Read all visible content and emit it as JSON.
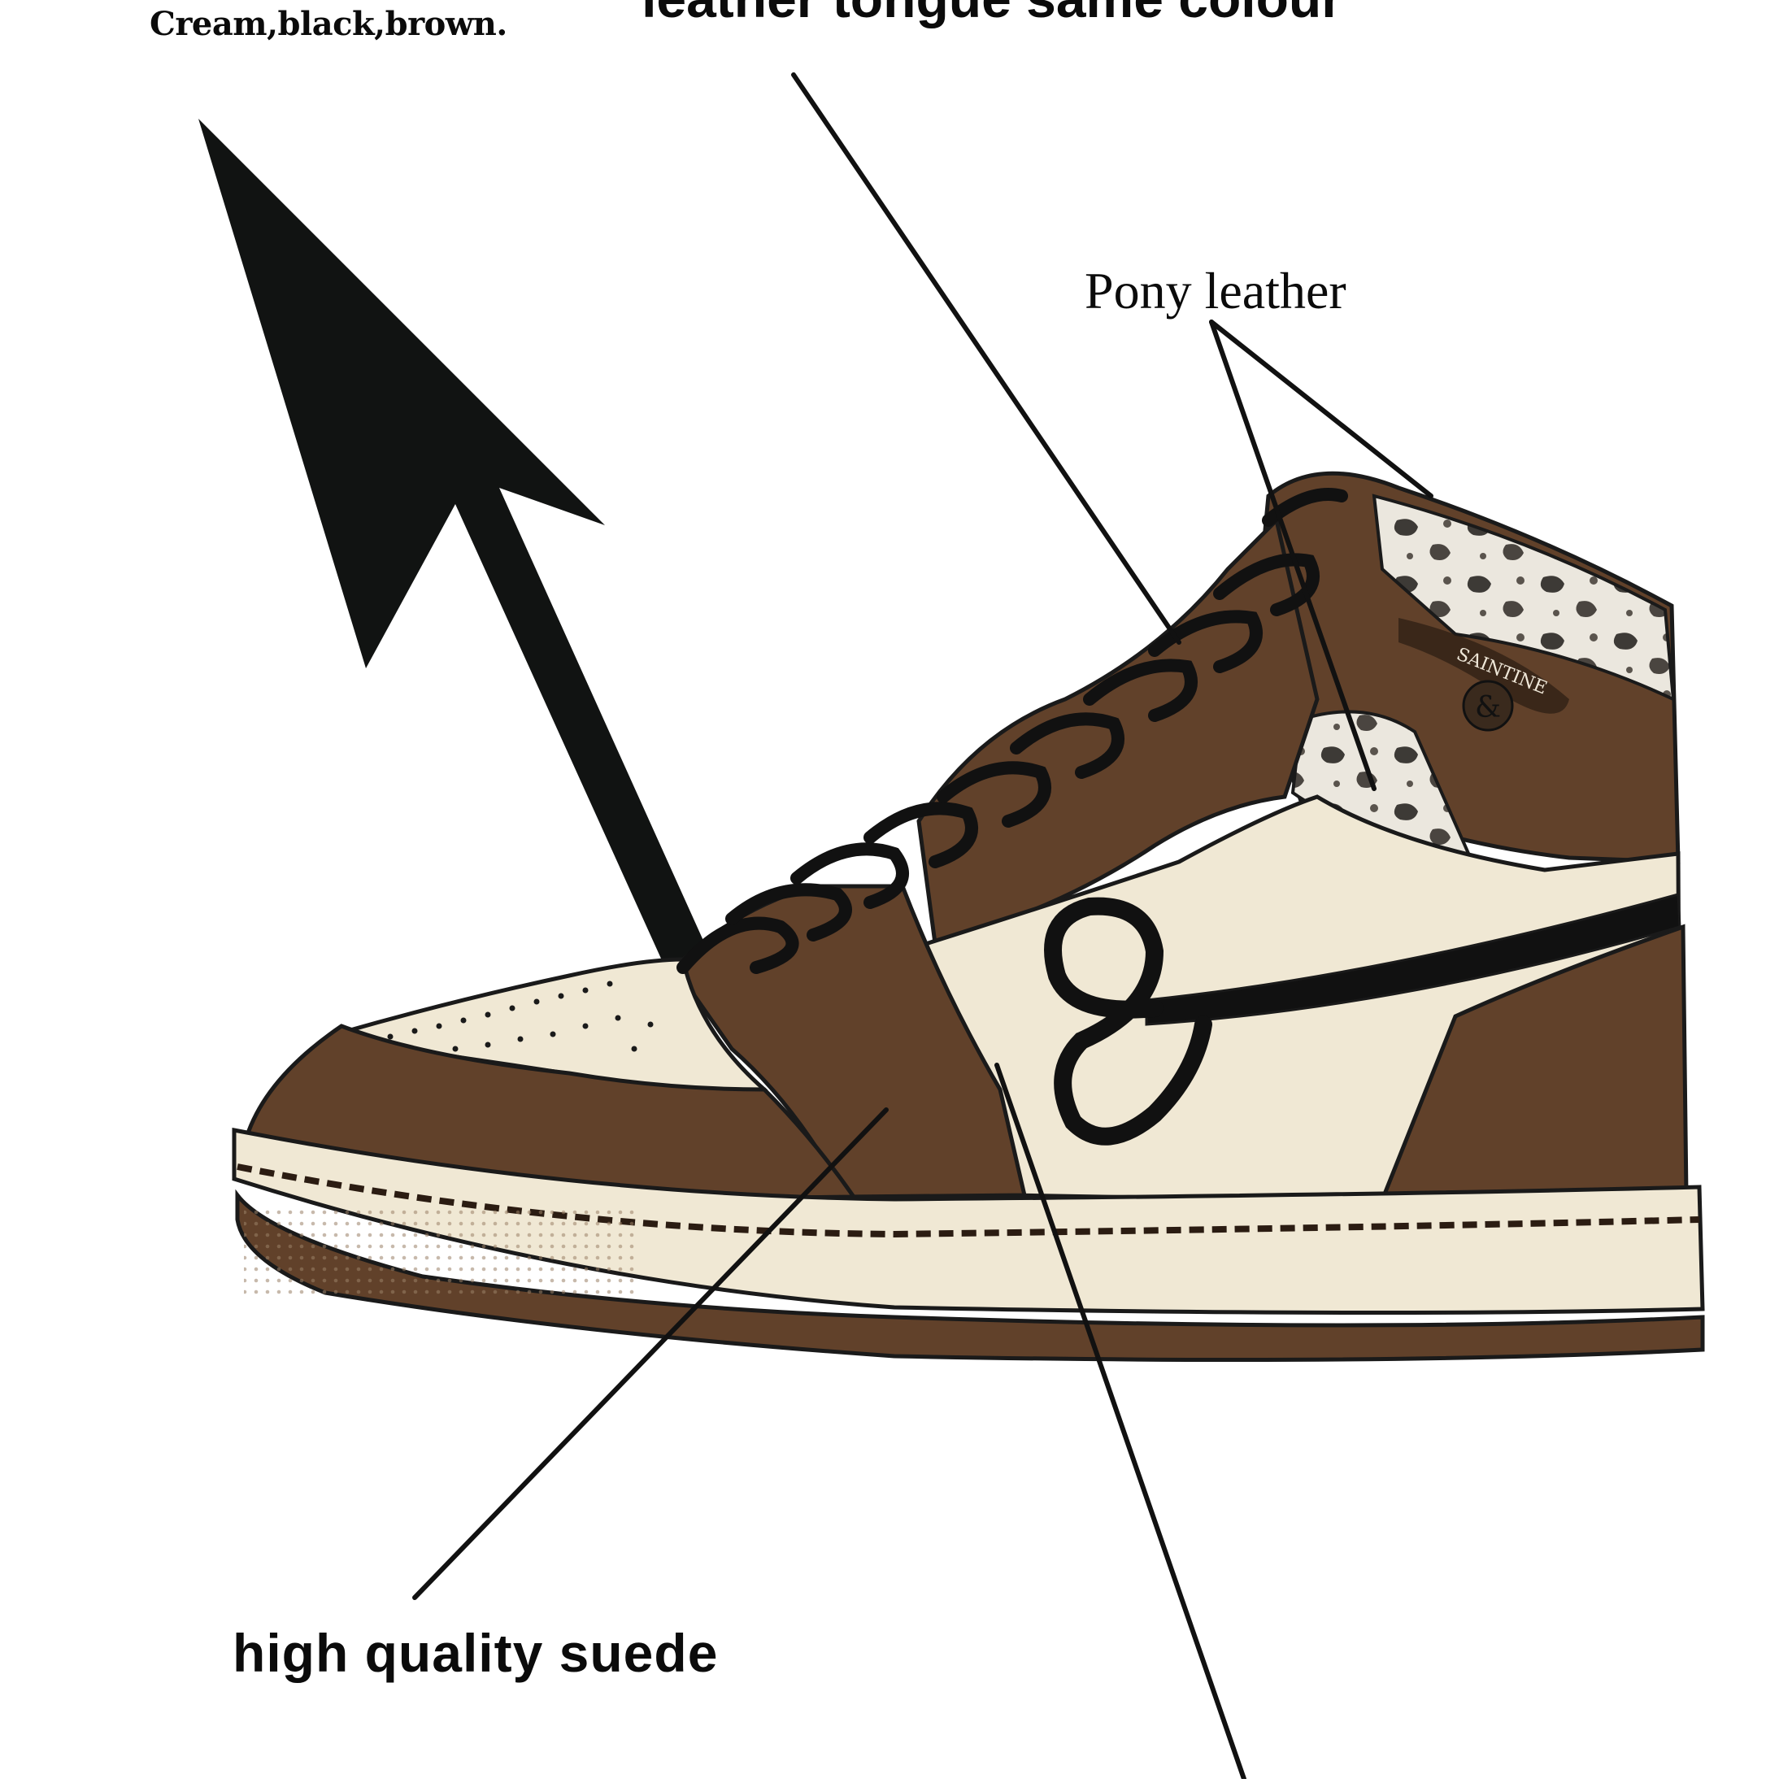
{
  "labels": {
    "colorway": "Cream,black,brown.",
    "tongue_note": "leather tongue same colour",
    "pony": "Pony leather",
    "suede": "high quality suede"
  },
  "colors": {
    "brown": "#61412a",
    "cream": "#f0e8d4",
    "black": "#111111",
    "outline": "#1a1a1a",
    "cowhide_dark": "#3d3a36",
    "cowhide_light": "#ebe7de"
  },
  "brand": {
    "ankle_logo_text": "SAINTINE",
    "side_logo": "ampersand",
    "icons": [
      "up-arrow-icon",
      "ampersand-logo-icon"
    ]
  }
}
